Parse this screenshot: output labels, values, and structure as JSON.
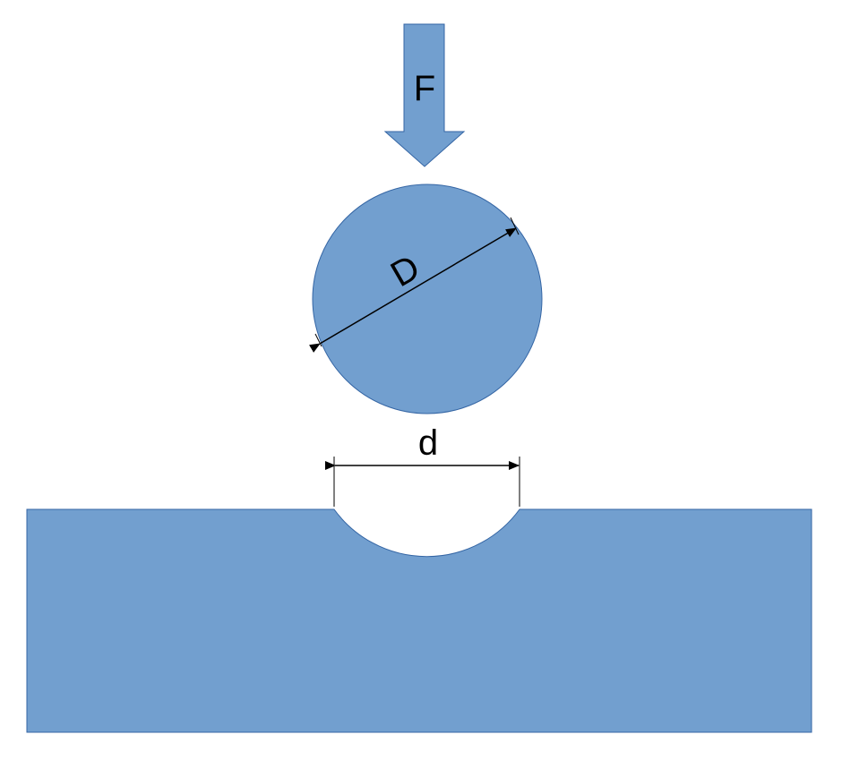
{
  "labels": {
    "force": "F",
    "ball_diameter": "D",
    "indent_diameter": "d"
  },
  "colors": {
    "fill": "#729fcf",
    "stroke": "#3465a4",
    "line": "#000000",
    "background": "#ffffff"
  }
}
